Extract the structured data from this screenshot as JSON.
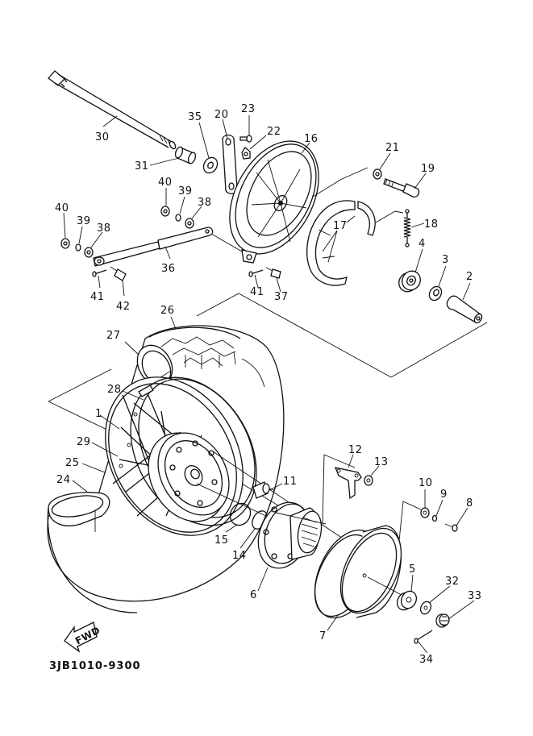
{
  "diagram": {
    "title": "Rear wheel exploded parts diagram",
    "catalog_code": "3JB1010-9300",
    "direction_marker": "FWD",
    "callouts": {
      "p1": "1",
      "p2": "2",
      "p3": "3",
      "p4": "4",
      "p5": "5",
      "p6": "6",
      "p7": "7",
      "p8": "8",
      "p9": "9",
      "p10": "10",
      "p11": "11",
      "p12": "12",
      "p13": "13",
      "p14": "14",
      "p15": "15",
      "p16": "16",
      "p17": "17",
      "p18": "18",
      "p19": "19",
      "p20": "20",
      "p21": "21",
      "p22": "22",
      "p23": "23",
      "p24": "24",
      "p25": "25",
      "p26": "26",
      "p27": "27",
      "p28": "28",
      "p29": "29",
      "p30": "30",
      "p31": "31",
      "p32": "32",
      "p33": "33",
      "p34": "34",
      "p35": "35",
      "p36": "36",
      "p37": "37",
      "p38a": "38",
      "p38b": "38",
      "p39a": "39",
      "p39b": "39",
      "p40a": "40",
      "p40b": "40",
      "p41a": "41",
      "p41b": "41",
      "p42": "42"
    },
    "parts": [
      {
        "ref": "1",
        "name": "rim"
      },
      {
        "ref": "2",
        "name": "collar"
      },
      {
        "ref": "3",
        "name": "oil seal"
      },
      {
        "ref": "4",
        "name": "bearing"
      },
      {
        "ref": "5",
        "name": "bearing"
      },
      {
        "ref": "6",
        "name": "clutch hub"
      },
      {
        "ref": "7",
        "name": "brake drum"
      },
      {
        "ref": "8",
        "name": "bolt"
      },
      {
        "ref": "9",
        "name": "lock washer"
      },
      {
        "ref": "10",
        "name": "washer"
      },
      {
        "ref": "11",
        "name": "stud"
      },
      {
        "ref": "12",
        "name": "lock plate"
      },
      {
        "ref": "13",
        "name": "nut"
      },
      {
        "ref": "14",
        "name": "o-ring"
      },
      {
        "ref": "15",
        "name": "o-ring"
      },
      {
        "ref": "16",
        "name": "brake shoe plate"
      },
      {
        "ref": "17",
        "name": "brake shoe kit"
      },
      {
        "ref": "18",
        "name": "spring"
      },
      {
        "ref": "19",
        "name": "camshaft"
      },
      {
        "ref": "20",
        "name": "camshaft lever"
      },
      {
        "ref": "21",
        "name": "seal"
      },
      {
        "ref": "22",
        "name": "indicator plate"
      },
      {
        "ref": "23",
        "name": "bolt"
      },
      {
        "ref": "24",
        "name": "tube"
      },
      {
        "ref": "25",
        "name": "spoke set"
      },
      {
        "ref": "26",
        "name": "tire"
      },
      {
        "ref": "27",
        "name": "rim band"
      },
      {
        "ref": "28",
        "name": "balance weight"
      },
      {
        "ref": "29",
        "name": "spoke nipple"
      },
      {
        "ref": "30",
        "name": "wheel axle"
      },
      {
        "ref": "31",
        "name": "collar"
      },
      {
        "ref": "32",
        "name": "washer"
      },
      {
        "ref": "33",
        "name": "nut"
      },
      {
        "ref": "34",
        "name": "cotter pin"
      },
      {
        "ref": "35",
        "name": "washer"
      },
      {
        "ref": "36",
        "name": "tension bar"
      },
      {
        "ref": "37",
        "name": "bolt"
      },
      {
        "ref": "38",
        "name": "washer"
      },
      {
        "ref": "39",
        "name": "lock washer"
      },
      {
        "ref": "40",
        "name": "nut"
      },
      {
        "ref": "41",
        "name": "cotter pin"
      },
      {
        "ref": "42",
        "name": "bolt"
      }
    ]
  }
}
